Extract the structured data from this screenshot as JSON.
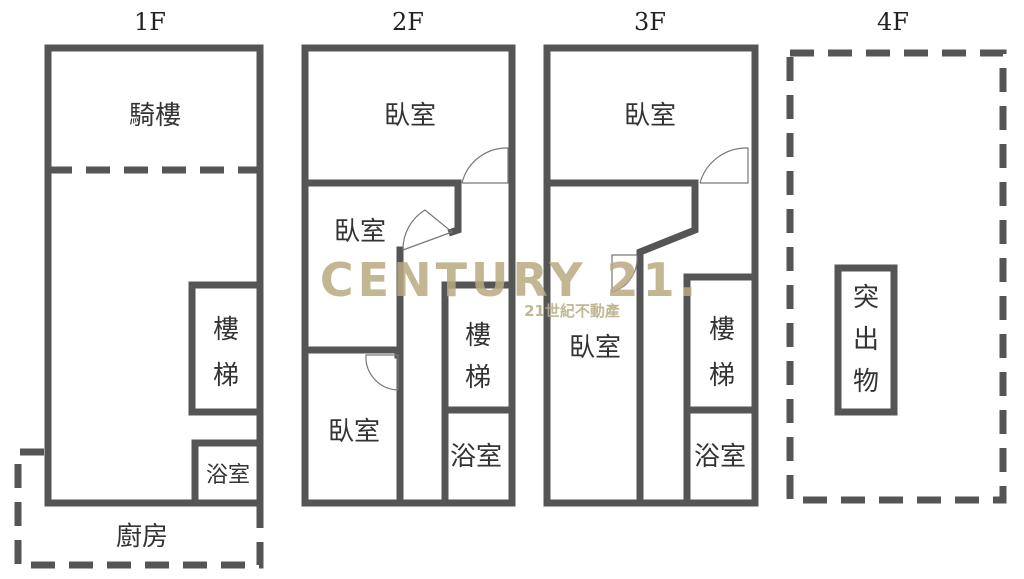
{
  "floors": [
    {
      "label": "1F",
      "rooms": [
        "騎樓",
        "樓",
        "梯",
        "浴室",
        "廚房"
      ]
    },
    {
      "label": "2F",
      "rooms": [
        "臥室",
        "臥室",
        "臥室",
        "樓",
        "梯",
        "浴室"
      ]
    },
    {
      "label": "3F",
      "rooms": [
        "臥室",
        "臥室",
        "樓",
        "梯",
        "浴室"
      ]
    },
    {
      "label": "4F",
      "rooms": [
        "突",
        "出",
        "物"
      ]
    }
  ],
  "watermark": {
    "brand": "CENTURY 21.",
    "subtitle": "21世紀不動產"
  },
  "colors": {
    "wall": "#555555",
    "watermark": "#b8ab80"
  }
}
